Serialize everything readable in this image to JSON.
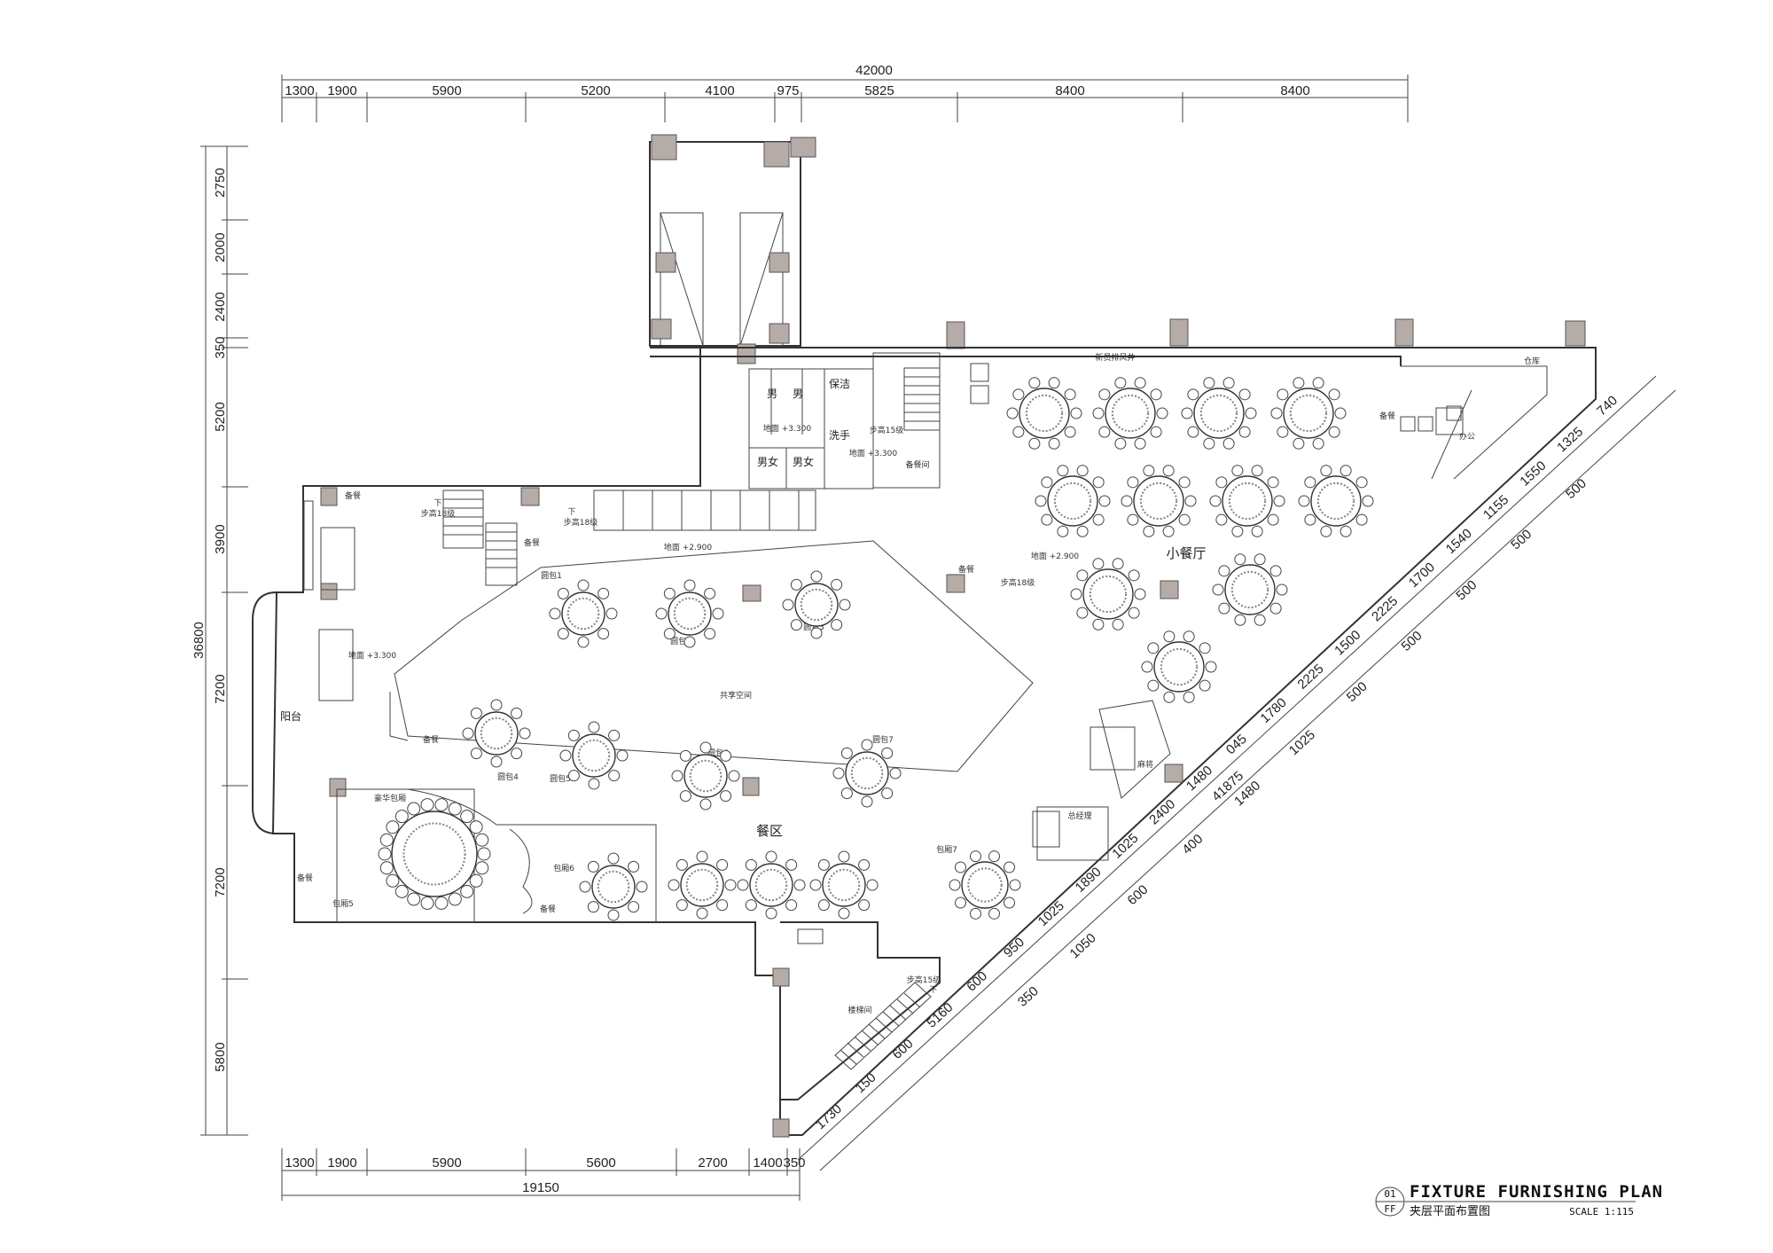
{
  "dimensions": {
    "top_total": "42000",
    "top_segments": [
      "1300",
      "1900",
      "5900",
      "5200",
      "4100",
      "975",
      "5825",
      "8400",
      "8400"
    ],
    "bottom_total": "19150",
    "bottom_segments": [
      "1300",
      "1900",
      "5900",
      "5600",
      "2700",
      "1400",
      "350"
    ],
    "left_total": "36800",
    "left_segments": [
      "2750",
      "2000",
      "2400",
      "350",
      "5200",
      "3900",
      "7200",
      "7200",
      "5800"
    ],
    "diag_total": "41875",
    "diag_inner": [
      "1730",
      "150",
      "600",
      "5160",
      "600",
      "950",
      "1025",
      "1890",
      "1025",
      "2400",
      "1480",
      "045",
      "1780",
      "2225",
      "1500",
      "2225",
      "1700",
      "1540",
      "1155",
      "1550",
      "1325",
      "740"
    ],
    "diag_outer": [
      "350",
      "1050",
      "600",
      "400",
      "1480",
      "1025",
      "500",
      "500",
      "500",
      "500",
      "500"
    ]
  },
  "rooms": {
    "balcony": "阳台",
    "shared_space": "共享空间",
    "dining_area": "餐区",
    "small_hall": "小餐厅",
    "office": "办公",
    "storage": "仓库",
    "mahjong": "麻将",
    "gm": "总经理",
    "stair_room": "楼梯间",
    "prep_room": "备餐间",
    "wash": "洗手",
    "cleaning": "保洁",
    "male1": "男",
    "male2": "男",
    "ladies1": "男女",
    "ladies2": "男女",
    "vip": "豪华包厢",
    "box5": "包厢5",
    "box6": "包厢6",
    "box7": "包厢7",
    "round1": "圆包1",
    "round2": "圆包2",
    "round3": "圆包3",
    "round4": "圆包4",
    "round5": "圆包5",
    "round6": "圆包6",
    "round7": "圆包7",
    "exhaust": "新员排风井",
    "prep_a": "备餐",
    "prep_b": "备餐",
    "prep_c": "备餐",
    "prep_d": "备餐",
    "prep_e": "备餐",
    "prep_f": "备餐",
    "prep_g": "备餐",
    "steps1": "步高18级",
    "steps2": "步高18级",
    "steps3": "步高18级",
    "steps4": "步高15级",
    "steps5": "步高15级",
    "down": "下",
    "level1": "地面 +2.900",
    "level2": "地面 +2.900",
    "level3": "地面 +3.300",
    "level4": "地面 +3.300",
    "level5": "地面 +3.300"
  },
  "title_block": {
    "number": "01",
    "code": "FF",
    "title": "FIXTURE FURNISHING PLAN",
    "subtitle": "夹层平面布置图",
    "scale": "SCALE 1:115"
  }
}
